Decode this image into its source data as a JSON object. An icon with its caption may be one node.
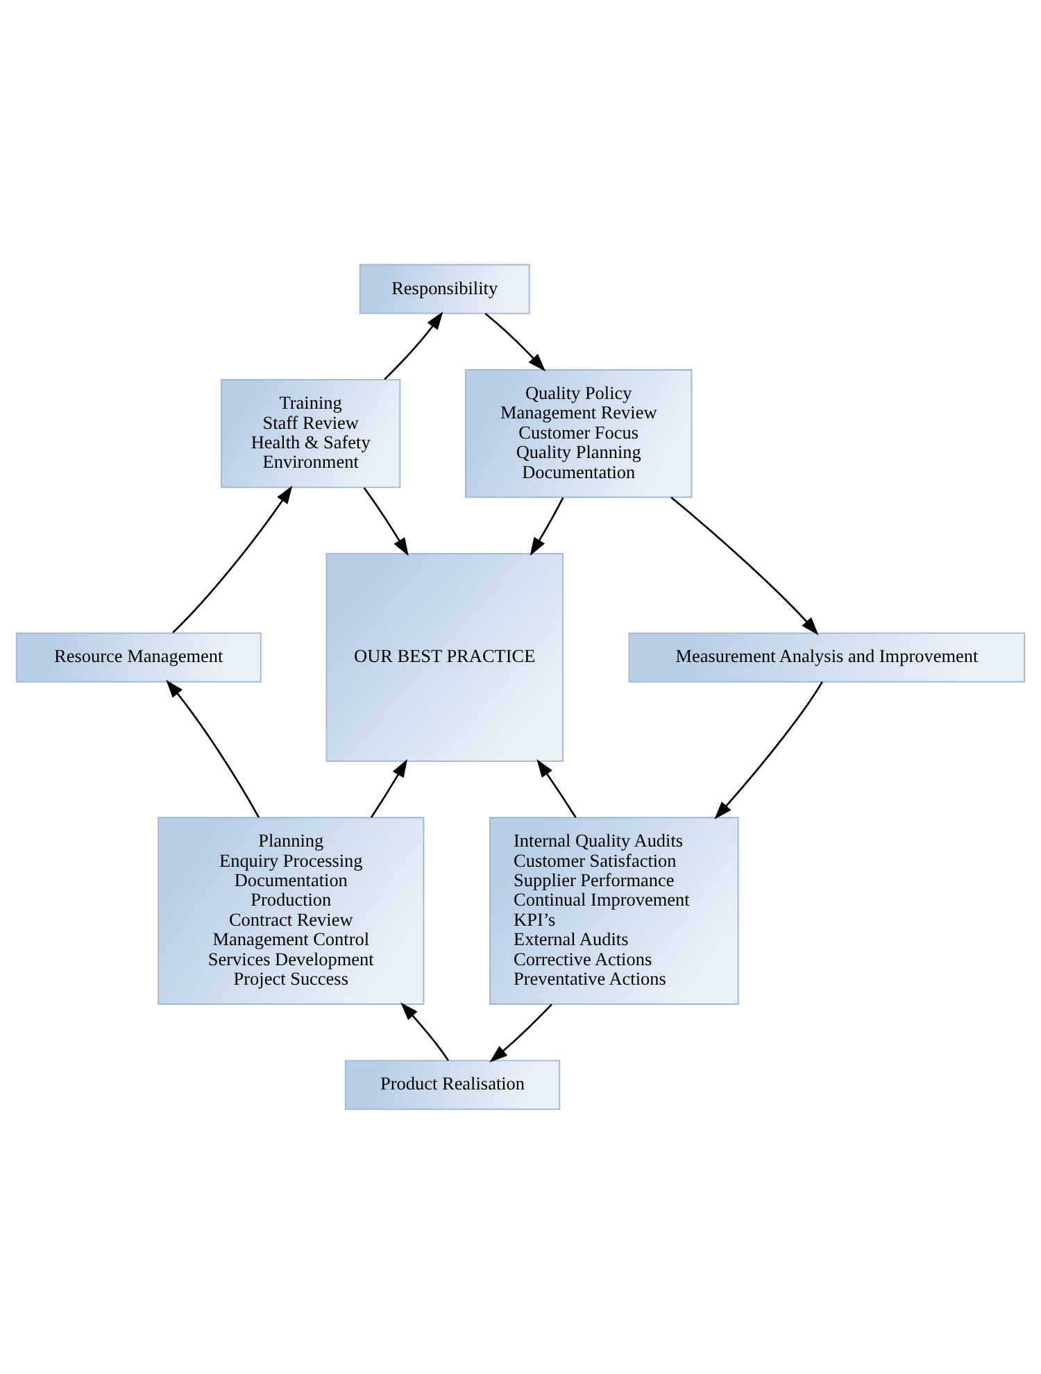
{
  "diagram": {
    "nodes": [
      {
        "text": [
          "Responsibility"
        ]
      },
      {
        "text": [
          "Training",
          "Staff Review",
          "Health & Safety",
          "Environment"
        ]
      },
      {
        "text": [
          "Quality Policy",
          "Management Review",
          "Customer Focus",
          "Quality Planning",
          "Documentation"
        ]
      },
      {
        "text": [
          "Resource Management"
        ]
      },
      {
        "text": [
          "OUR BEST PRACTICE"
        ]
      },
      {
        "text": [
          "Measurement Analysis and Improvement"
        ]
      },
      {
        "text": [
          "Planning",
          "Enquiry Processing",
          "Documentation",
          "Production",
          "Contract Review",
          "Management Control",
          "Services Development",
          "Project Success"
        ]
      },
      {
        "text": [
          "Internal Quality Audits",
          "Customer Satisfaction",
          "Supplier Performance",
          "Continual Improvement",
          "KPI’s",
          "External Audits",
          "Corrective Actions",
          "Preventative Actions"
        ]
      },
      {
        "text": [
          "Product Realisation"
        ]
      }
    ],
    "edges": [
      {
        "from": 1,
        "to": 0,
        "arrow": "to"
      },
      {
        "from": 0,
        "to": 2,
        "arrow": "to"
      },
      {
        "from": 1,
        "to": 4,
        "arrow": "to"
      },
      {
        "from": 2,
        "to": 4,
        "arrow": "to"
      },
      {
        "from": 2,
        "to": 5,
        "arrow": "to"
      },
      {
        "from": 3,
        "to": 1,
        "arrow": "to"
      },
      {
        "from": 6,
        "to": 3,
        "arrow": "to"
      },
      {
        "from": 6,
        "to": 4,
        "arrow": "to"
      },
      {
        "from": 7,
        "to": 4,
        "arrow": "to"
      },
      {
        "from": 5,
        "to": 7,
        "arrow": "to"
      },
      {
        "from": 7,
        "to": 8,
        "arrow": "to"
      },
      {
        "from": 8,
        "to": 6,
        "arrow": "to"
      }
    ]
  }
}
